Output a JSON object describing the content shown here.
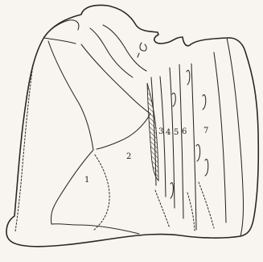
{
  "diagram": {
    "labels": {
      "region_1": "1",
      "region_2": "2",
      "region_3": "3",
      "region_4": "4",
      "region_5": "5",
      "region_6": "6",
      "region_7": "7"
    }
  }
}
